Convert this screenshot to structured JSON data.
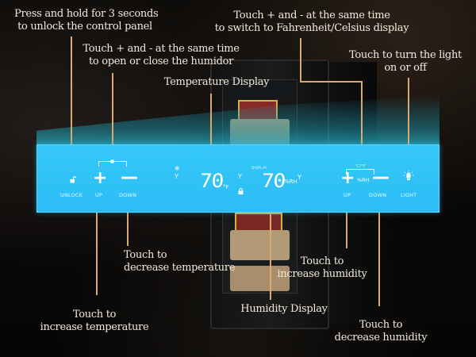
{
  "callouts": {
    "unlock": {
      "line1": "Press and hold for 3 seconds",
      "line2": "to unlock the control panel"
    },
    "humidor_open": {
      "line1": "Touch + and - at the same time",
      "line2": "to open or close the humidor"
    },
    "temperature_display": {
      "line1": "Temperature Display"
    },
    "unit_switch": {
      "line1": "Touch + and - at the same time",
      "line2": "to switch to Fahrenheit/Celsius display"
    },
    "light": {
      "line1": "Touch to turn the light",
      "line2": "on or off"
    },
    "decrease_temp": {
      "line1": "Touch to",
      "line2": "decrease temperature"
    },
    "increase_temp": {
      "line1": "Touch to",
      "line2": "increase temperature"
    },
    "humidity_display": {
      "line1": "Humidity Display"
    },
    "increase_humidity": {
      "line1": "Touch to",
      "line2": "increase humidity"
    },
    "decrease_humidity": {
      "line1": "Touch to",
      "line2": "decrease humidity"
    }
  },
  "panel": {
    "unlock": {
      "icon": "unlock-icon",
      "label": "UNLOCK"
    },
    "temp_up": {
      "symbol": "+",
      "label": "UP"
    },
    "temp_down": {
      "symbol": "—",
      "label": "DOWN"
    },
    "temperature": {
      "value": "70",
      "unit": "°F"
    },
    "humidity": {
      "caption": "DISPLAY",
      "value": "70",
      "unit": "%RH"
    },
    "unit_toggle_caption": "°C/°F",
    "hum_up": {
      "symbol": "+",
      "label": "UP"
    },
    "hum_mid_label": "%RH",
    "hum_down": {
      "symbol": "—",
      "label": "DOWN"
    },
    "light": {
      "icon": "light-bulb-icon",
      "label": "LIGHT"
    }
  },
  "colors": {
    "panel": "#2fc2f7",
    "callout_line": "#d9a96e",
    "callout_text": "#f3eadb",
    "background": "#070605"
  }
}
